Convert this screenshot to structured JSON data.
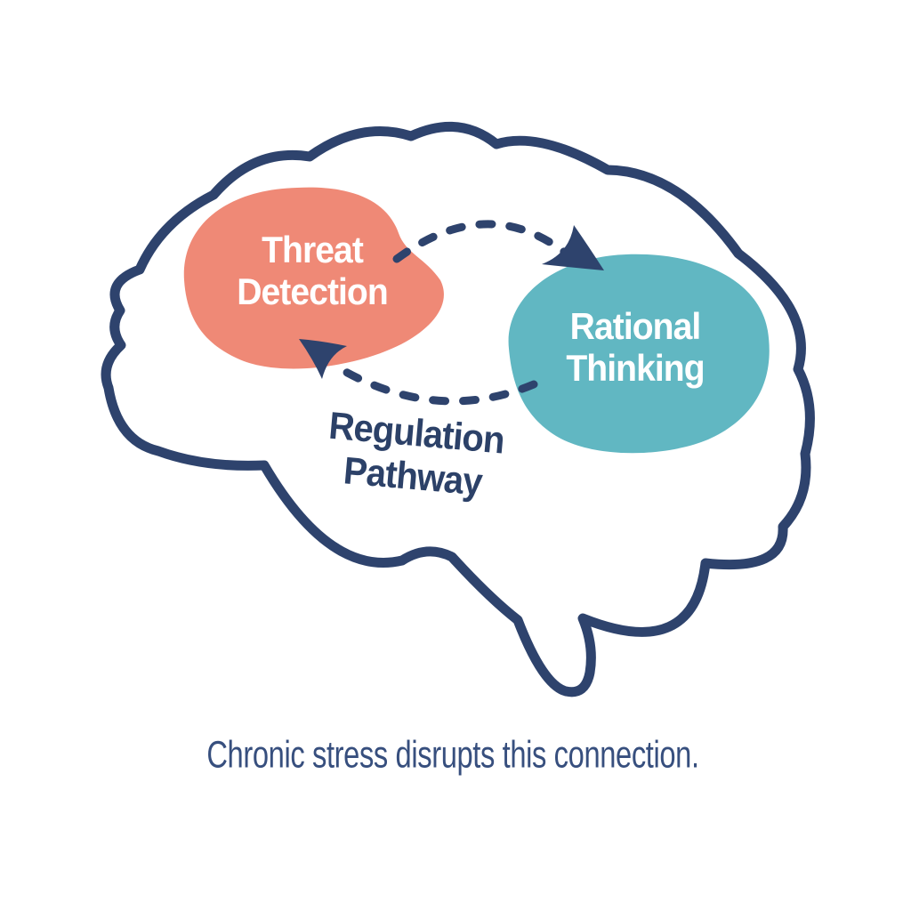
{
  "colors": {
    "background": "#FFFFFF",
    "navy": "#2E436D",
    "coral": "#EF8976",
    "teal": "#61B7C2",
    "region_label_text": "#FFFFFF",
    "pathway_label_text": "#2C4168",
    "caption_text": "#374F7E"
  },
  "brain": {
    "regions": {
      "threat": {
        "line1": "Threat",
        "line2": "Detection"
      },
      "rational": {
        "line1": "Rational",
        "line2": "Thinking"
      }
    },
    "pathway": {
      "line1": "Regulation",
      "line2": "Pathway"
    },
    "arrows": [
      {
        "name": "threat-to-rational",
        "style": "dashed-curve",
        "direction": "left-to-right"
      },
      {
        "name": "rational-to-threat",
        "style": "dashed-curve",
        "direction": "right-to-left"
      }
    ]
  },
  "caption": "Chronic stress disrupts this connection."
}
